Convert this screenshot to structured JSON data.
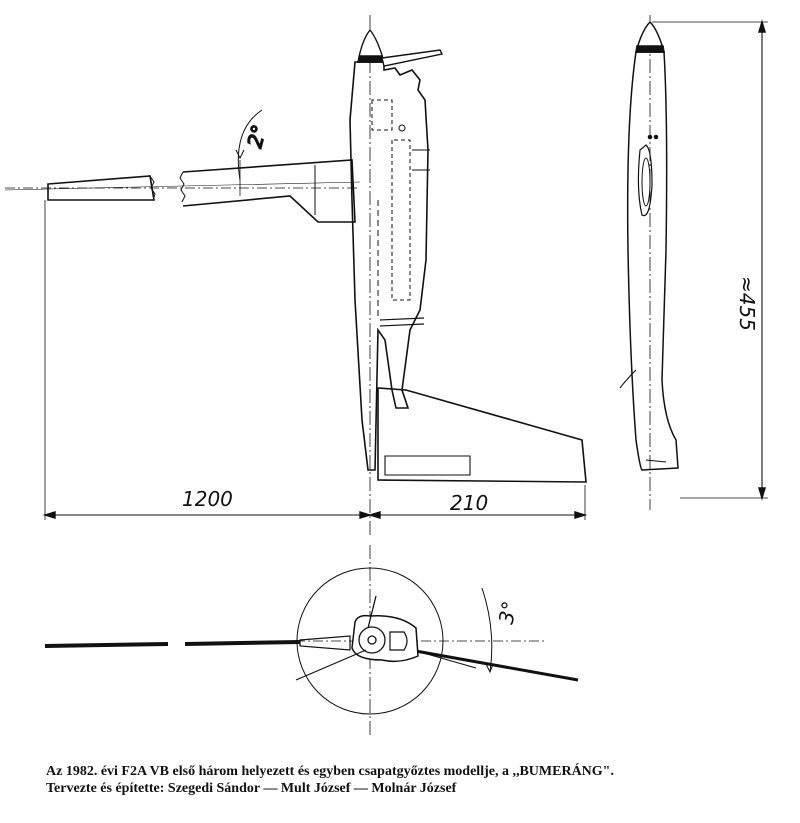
{
  "dimensions": {
    "span": "1200",
    "tail_span": "210",
    "length": "≈455",
    "wing_incidence": "2°",
    "dihedral_angle": "3°"
  },
  "caption": {
    "line1": "Az 1982. évi F2A VB első három helyezett és egyben csapatgyőztes modellje, a ,,BUMERÁNG\".",
    "line2": "Tervezte és építette: Szegedi Sándor — Mult József — Molnár József"
  }
}
